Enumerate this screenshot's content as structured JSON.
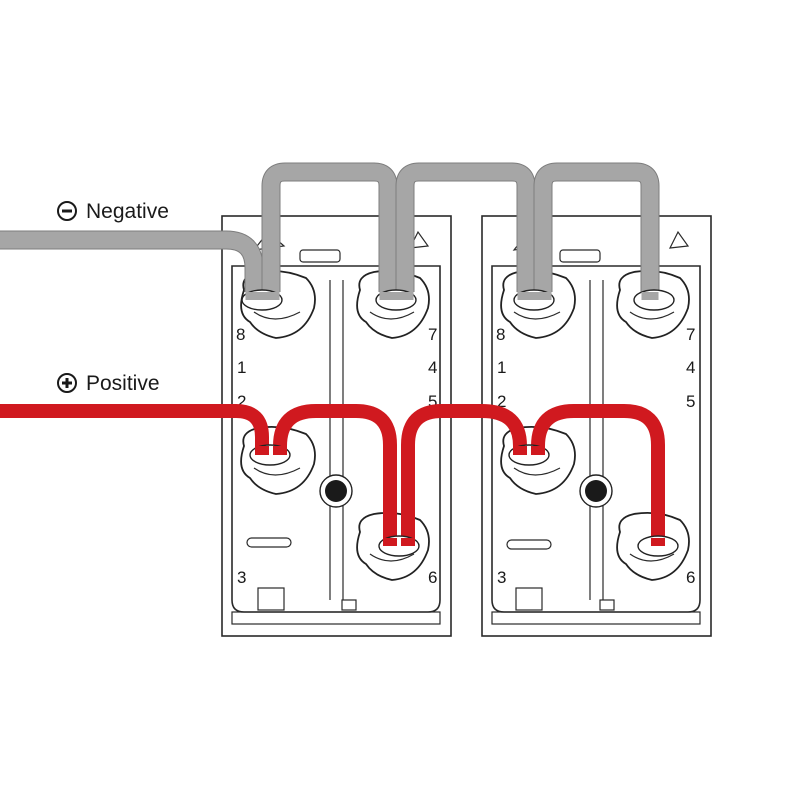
{
  "legend": {
    "negative": {
      "symbol": "−",
      "label": "Negative"
    },
    "positive": {
      "symbol": "+",
      "label": "Positive"
    }
  },
  "colors": {
    "negative_wire": "#a6a6a6",
    "positive_wire": "#d0191f",
    "outline": "#2a2a2a"
  },
  "switches": [
    {
      "pins": {
        "p8": "8",
        "p1": "1",
        "p2": "2",
        "p3": "3",
        "p7": "7",
        "p4": "4",
        "p5": "5",
        "p6": "6"
      }
    },
    {
      "pins": {
        "p8": "8",
        "p1": "1",
        "p2": "2",
        "p3": "3",
        "p7": "7",
        "p4": "4",
        "p5": "5",
        "p6": "6"
      }
    }
  ]
}
